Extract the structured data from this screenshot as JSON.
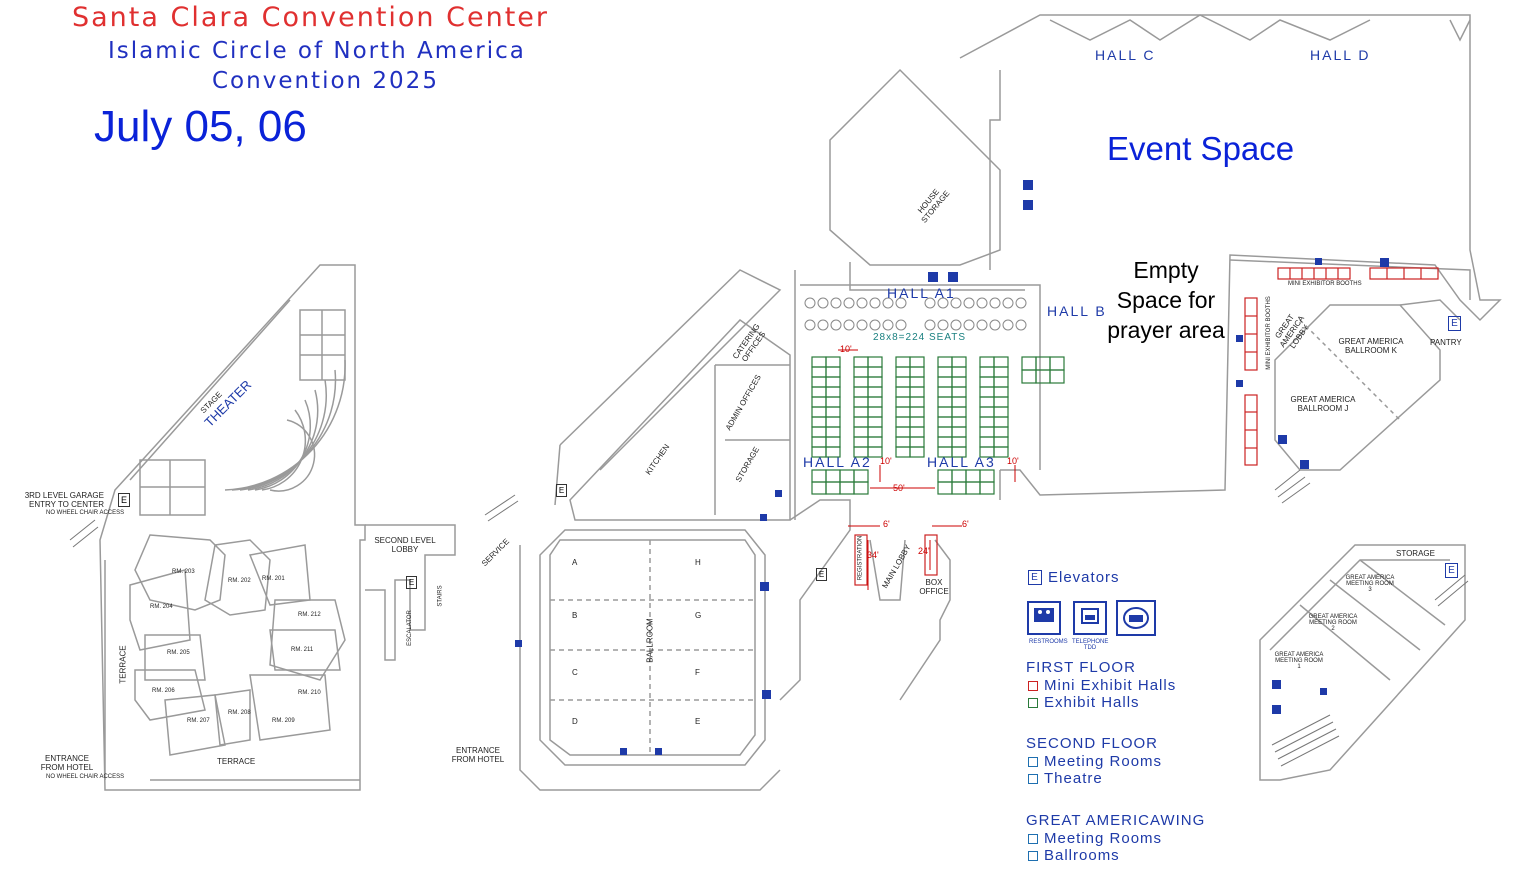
{
  "header": {
    "venue": "Santa Clara Convention Center",
    "org": "Islamic Circle of North America",
    "event": "Convention 2025",
    "dates": "July 05, 06"
  },
  "annotations": {
    "event_space": "Event Space",
    "prayer_area": "Empty Space for prayer area",
    "seats": "28x8=224 SEATS"
  },
  "halls": {
    "c": "HALL C",
    "d": "HALL D",
    "a1": "HALL A1",
    "b": "HALL B",
    "a2": "HALL A2",
    "a3": "HALL A3"
  },
  "rooms": {
    "house_storage": "HOUSE STORAGE",
    "catering": "CATERING OFFICES",
    "admin": "ADMIN OFFICES",
    "kitchen": "KITCHEN",
    "storage": "STORAGE",
    "service": "SERVICE",
    "ballroom": "BALLROOM",
    "main_lobby": "MAIN LOBBY",
    "registration": "REGISTRATION",
    "box_office": "BOX OFFICE",
    "entrance_hotel_mid": "ENTRANCE FROM HOTEL",
    "theater": "THEATER",
    "stage": "STAGE",
    "terrace": "TERRACE",
    "garage": "3RD LEVEL GARAGE ENTRY TO CENTER",
    "no_wheel": "NO WHEEL CHAIR ACCESS",
    "entrance_hotel_left": "ENTRANCE FROM HOTEL",
    "second_lobby": "SECOND LEVEL LOBBY",
    "escalator": "ESCALATOR",
    "stairs": "STAIRS",
    "pantry": "PANTRY",
    "ga_lobby": "GREAT AMERICA LOBBY",
    "ga_ballroom_k": "GREAT AMERICA BALLROOM K",
    "ga_ballroom_j": "GREAT AMERICA BALLROOM J",
    "mini_booths_top": "MINI EXHIBITOR BOOTHS",
    "mini_booths_side": "MINI EXHIBITOR BOOTHS",
    "ga_storage": "STORAGE",
    "ga_meet_1": "GREAT AMERICA MEETING ROOM 1",
    "ga_meet_2": "GREAT AMERICA MEETING ROOM 2",
    "ga_meet_3": "GREAT AMERICA MEETING ROOM 3"
  },
  "meeting_rooms": [
    "RM. 203",
    "RM. 202",
    "RM. 201",
    "RM. 204",
    "RM. 212",
    "RM. 205",
    "RM. 211",
    "RM. 206",
    "RM. 210",
    "RM. 207",
    "RM. 208",
    "RM. 209"
  ],
  "ballroom_sections": [
    "A",
    "B",
    "C",
    "D",
    "H",
    "G",
    "F",
    "E"
  ],
  "dimensions": [
    "10'",
    "10'",
    "10'",
    "50'",
    "6'",
    "6'",
    "34'",
    "24'"
  ],
  "legend": {
    "elevators": "Elevators",
    "elevator_symbol": "E",
    "restrooms": "RESTROOMS",
    "telephone": "TELEPHONE TDD",
    "first_floor": "FIRST FLOOR",
    "mini_exhibit": "Mini Exhibit Halls",
    "exhibit": "Exhibit Halls",
    "second_floor": "SECOND FLOOR",
    "meeting_rooms": "Meeting Rooms",
    "theatre": "Theatre",
    "ga_wing": "GREAT AMERICAWING",
    "ga_meeting": "Meeting Rooms",
    "ga_ballrooms": "Ballrooms"
  },
  "colors": {
    "title_red": "#e03030",
    "title_blue": "#2030c0",
    "mini_exhibit": "#cc2222",
    "exhibit": "#2a7a3a",
    "meeting": "#1e6fb0",
    "wall": "#9a9a9a"
  }
}
